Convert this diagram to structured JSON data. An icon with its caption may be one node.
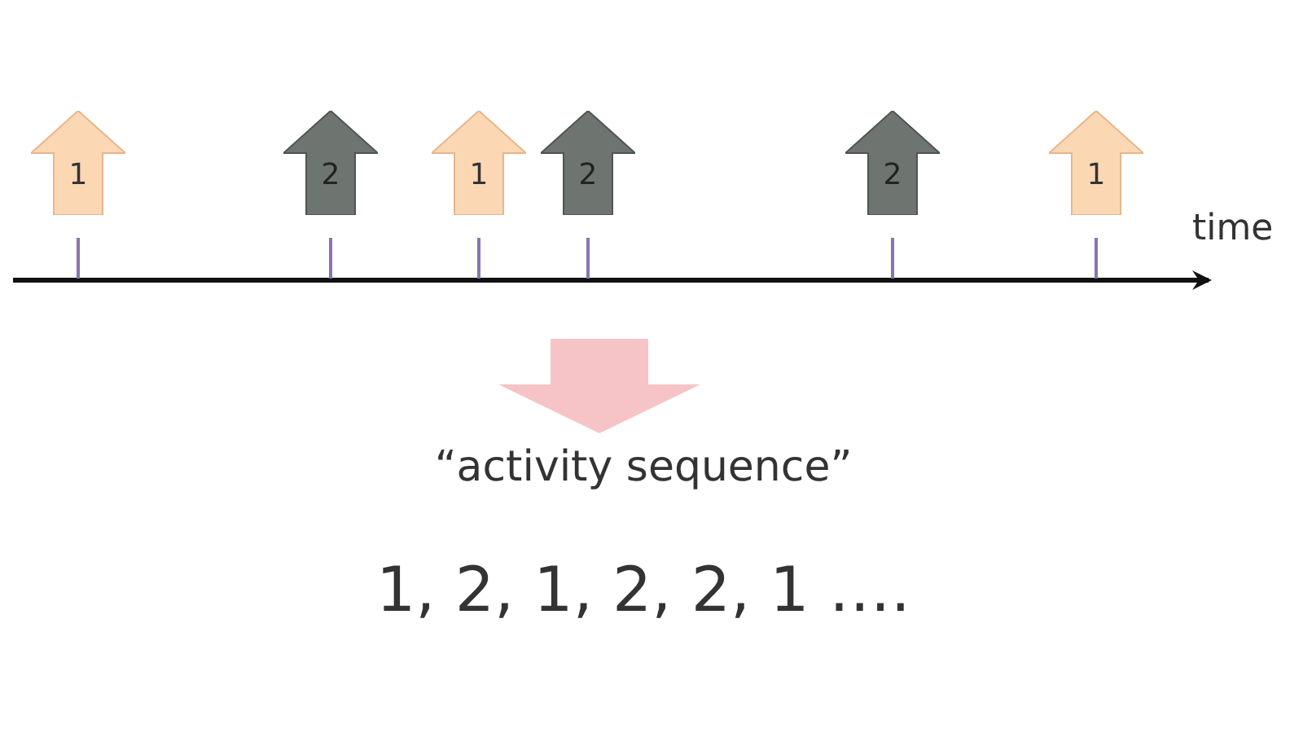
{
  "diagram": {
    "nodes": [
      {
        "text": [
          "1"
        ]
      },
      {
        "text": [
          "2"
        ]
      },
      {
        "text": [
          "1"
        ]
      },
      {
        "text": [
          "2"
        ]
      },
      {
        "text": [
          "2"
        ]
      },
      {
        "text": [
          "1"
        ]
      }
    ],
    "labels": [
      "time",
      "“activity sequence”",
      "1, 2, 1, 2, 2, 1 …."
    ]
  }
}
